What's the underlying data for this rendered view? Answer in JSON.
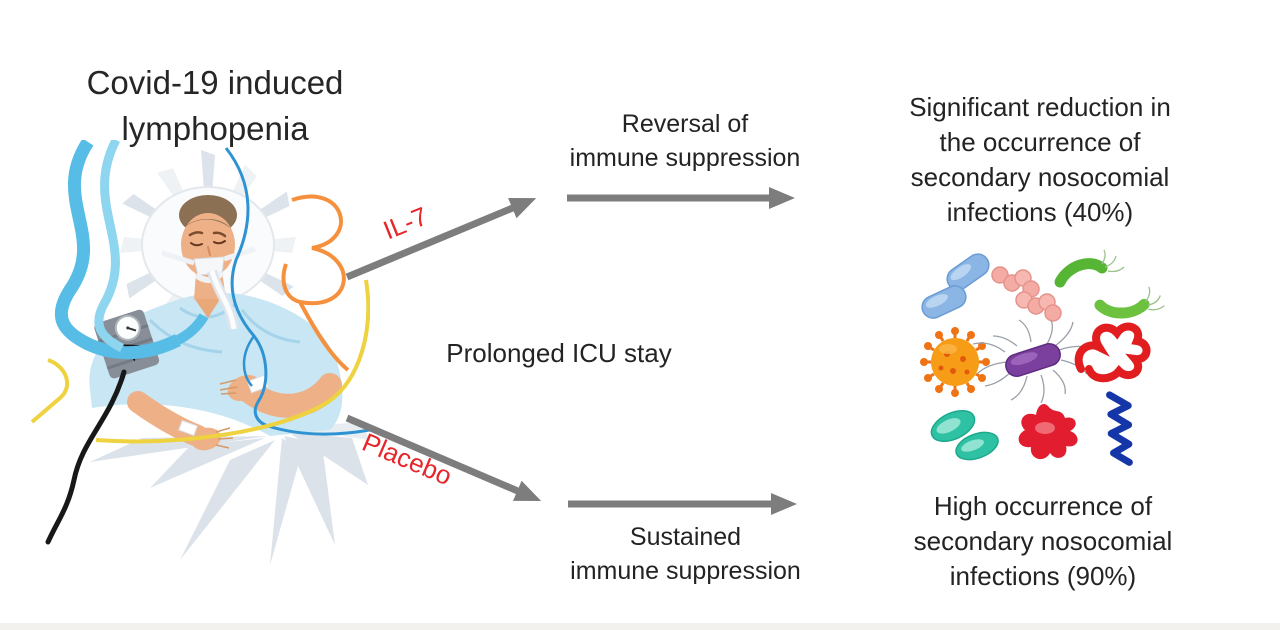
{
  "title": {
    "lines": [
      "Covid-19 induced",
      "lymphopenia"
    ]
  },
  "pathways": {
    "il7_label": "IL-7",
    "placebo_label": "Placebo",
    "center_note": "Prolonged ICU stay",
    "reversal": {
      "lines": [
        "Reversal of",
        "immune suppression"
      ]
    },
    "sustained": {
      "lines": [
        "Sustained",
        "immune suppression"
      ]
    }
  },
  "outcomes": {
    "il7": {
      "lines": [
        "Significant reduction in",
        "the occurrence of",
        "secondary nosocomial",
        "infections (40%)"
      ]
    },
    "placebo": {
      "lines": [
        "High occurrence of",
        "secondary nosocomial",
        "infections (90%)"
      ]
    }
  },
  "icons": {
    "patient": "icu-patient-illustration",
    "microbes": [
      "blue-rod-bacteria-icon",
      "pink-cocci-chain-icon",
      "green-curved-bacteria-icon",
      "orange-coronavirus-icon",
      "purple-flagellated-bacterium-icon",
      "red-twisted-bacterium-icon",
      "teal-oval-microbes-icon",
      "red-amoeba-icon",
      "blue-spirochete-icon"
    ]
  },
  "colors": {
    "text_dark": "#232323",
    "arrow_gray": "#7d7d7d",
    "label_red": "#e5262b",
    "gown_blue": "#c8e6f3",
    "microbe_palette": [
      "#8ab5e4",
      "#f4aba4",
      "#5cb535",
      "#f79c16",
      "#7b3f9d",
      "#e21d20",
      "#2fc1a3",
      "#e21d30",
      "#1536a8"
    ]
  }
}
